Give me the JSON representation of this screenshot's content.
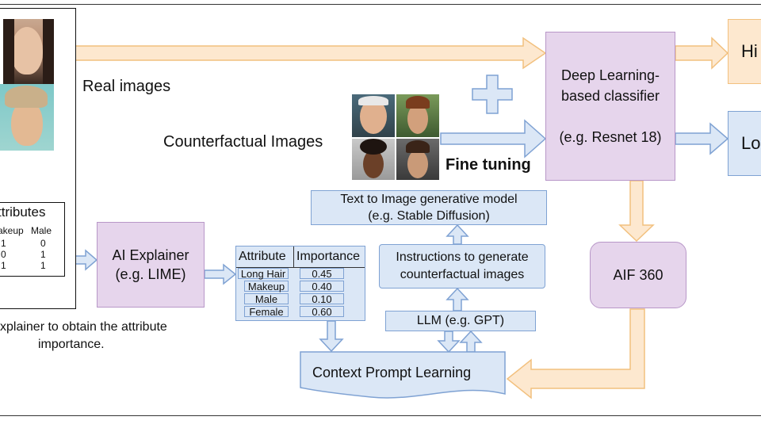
{
  "colors": {
    "purple_fill": "#e6d5ec",
    "purple_border": "#b897c8",
    "blue_fill": "#dbe7f6",
    "blue_border": "#7fa2d3",
    "orange_fill": "#fde8cf",
    "orange_border": "#f2c07e"
  },
  "labels": {
    "real_images": "Real images",
    "counterfactual_images": "Counterfactual Images",
    "fine_tuning": "Fine tuning",
    "explainer_caption_line1": "xplainer to obtain the attribute",
    "explainer_caption_line2": "importance."
  },
  "attributes_table": {
    "title": "ttributes",
    "headers": [
      "akeup",
      "Male"
    ],
    "rows": [
      [
        "1",
        "0"
      ],
      [
        "0",
        "1"
      ],
      [
        "1",
        "1"
      ]
    ]
  },
  "boxes": {
    "classifier_line1": "Deep Learning-",
    "classifier_line2": "based classifier",
    "classifier_line3": "(e.g. Resnet 18)",
    "output_top": "Hi",
    "output_bottom": "Lo",
    "ai_explainer_line1": "AI Explainer",
    "ai_explainer_line2": "(e.g. LIME)",
    "aif": "AIF 360",
    "t2i_line1": "Text to Image generative model",
    "t2i_line2": "(e.g. Stable Diffusion)",
    "instructions_line1": "Instructions to generate",
    "instructions_line2": "counterfactual images",
    "llm": "LLM (e.g. GPT)",
    "context": "Context Prompt Learning"
  },
  "importance_table": {
    "headers": [
      "Attribute",
      "Importance"
    ],
    "rows": [
      {
        "attribute": "Long Hair",
        "importance": "0.45"
      },
      {
        "attribute": "Makeup",
        "importance": "0.40"
      },
      {
        "attribute": "Male",
        "importance": "0.10"
      },
      {
        "attribute": "Female",
        "importance": "0.60"
      }
    ]
  },
  "icons": [
    "plus-icon",
    "arrow-right-icon",
    "arrow-down-icon",
    "arrow-up-icon",
    "arrow-left-icon"
  ]
}
